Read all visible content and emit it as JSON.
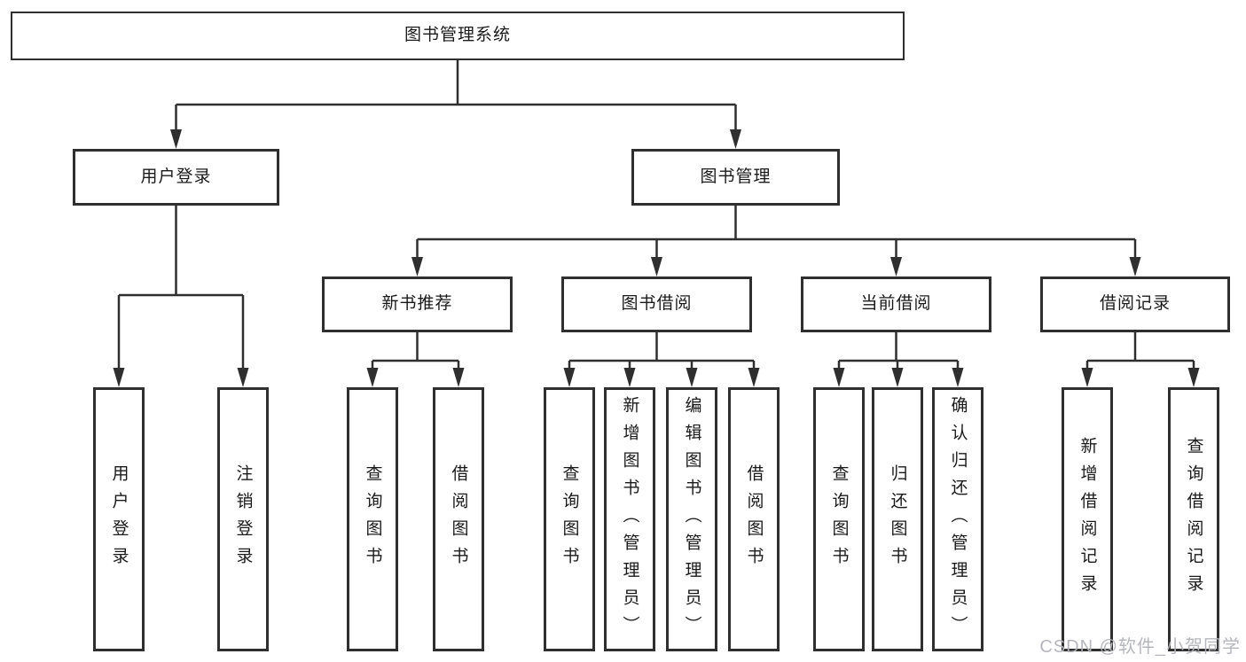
{
  "watermark": "CSDN @软件_小贺同学",
  "colors": {
    "line": "#2f2f2f",
    "box_border": "#2f2f2f",
    "text": "#1a1a1a",
    "watermark": "#b2b3b9",
    "background": "#ffffff"
  },
  "tree": {
    "root": {
      "label": "图书管理系统"
    },
    "branches": [
      {
        "label": "用户登录",
        "children": [
          {
            "label": "用户登录"
          },
          {
            "label": "注销登录"
          }
        ]
      },
      {
        "label": "图书管理",
        "children": [
          {
            "label": "新书推荐",
            "children": [
              {
                "label": "查询图书"
              },
              {
                "label": "借阅图书"
              }
            ]
          },
          {
            "label": "图书借阅",
            "children": [
              {
                "label": "查询图书"
              },
              {
                "label": "新增图书（管理员）"
              },
              {
                "label": "编辑图书（管理员）"
              },
              {
                "label": "借阅图书"
              }
            ]
          },
          {
            "label": "当前借阅",
            "children": [
              {
                "label": "查询图书"
              },
              {
                "label": "归还图书"
              },
              {
                "label": "确认归还（管理员）"
              }
            ]
          },
          {
            "label": "借阅记录",
            "children": [
              {
                "label": "新增借阅记录"
              },
              {
                "label": "查询借阅记录"
              }
            ]
          }
        ]
      }
    ]
  }
}
